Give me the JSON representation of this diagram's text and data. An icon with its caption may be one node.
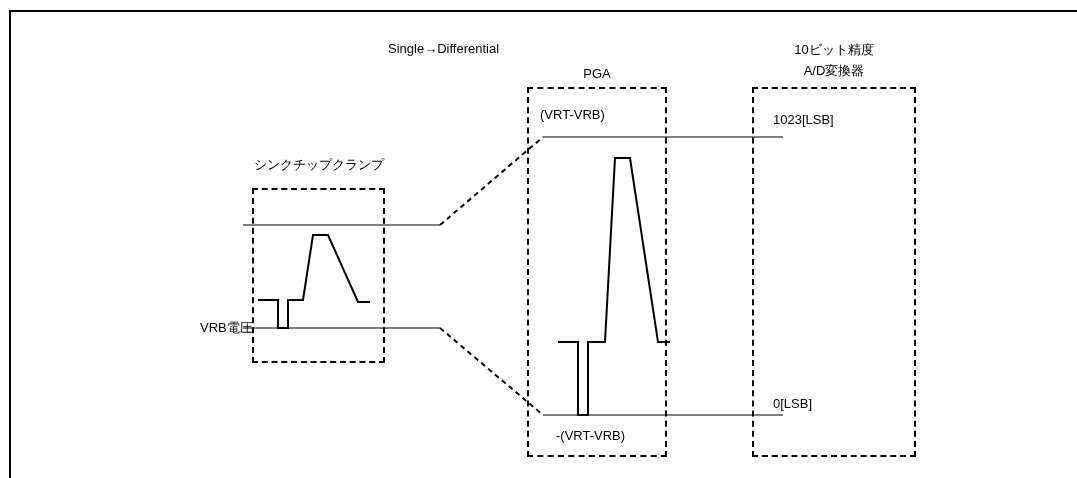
{
  "diagram": {
    "nodes": [
      {
        "text": [
          "シンクチップクランプ"
        ]
      },
      {
        "text": [
          "PGA"
        ]
      },
      {
        "text": [
          "10ビット精度A/D変換器"
        ]
      }
    ],
    "labels": [
      "Single→Differential",
      "(VRT-VRB)",
      "1023[LSB]",
      "VRB電圧",
      "-(VRT-VRB)",
      "0[LSB]"
    ]
  }
}
